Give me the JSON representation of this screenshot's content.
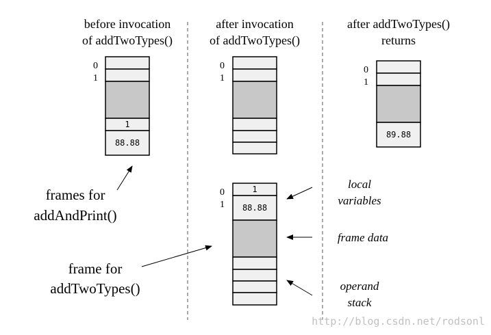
{
  "headers": {
    "col1_line1": "before invocation",
    "col1_line2": "of addTwoTypes()",
    "col2_line1": "after invocation",
    "col2_line2": "of addTwoTypes()",
    "col3_line1": "after addTwoTypes()",
    "col3_line2": "returns"
  },
  "index_labels": [
    "0",
    "1"
  ],
  "stack1": {
    "value_int": "1",
    "value_double": "88.88"
  },
  "stack3": {
    "value_double": "89.88"
  },
  "frame_bottom": {
    "value_int": "1",
    "value_double": "88.88"
  },
  "labels": {
    "frames_line1": "frames for",
    "frames_line2": "addAndPrint()",
    "frame_line1": "frame for",
    "frame_line2": "addTwoTypes()"
  },
  "annotations": {
    "local_line1": "local",
    "local_line2": "variables",
    "frame_data": "frame data",
    "operand_line1": "operand",
    "operand_line2": "stack"
  },
  "watermark": "http://blog.csdn.net/rodsonl",
  "colors": {
    "ink": "#000000",
    "fill_gray": "#c8c8c8",
    "fill_light": "#f0f0f0",
    "divider": "#555555",
    "watermark": "#c0c0c0"
  }
}
